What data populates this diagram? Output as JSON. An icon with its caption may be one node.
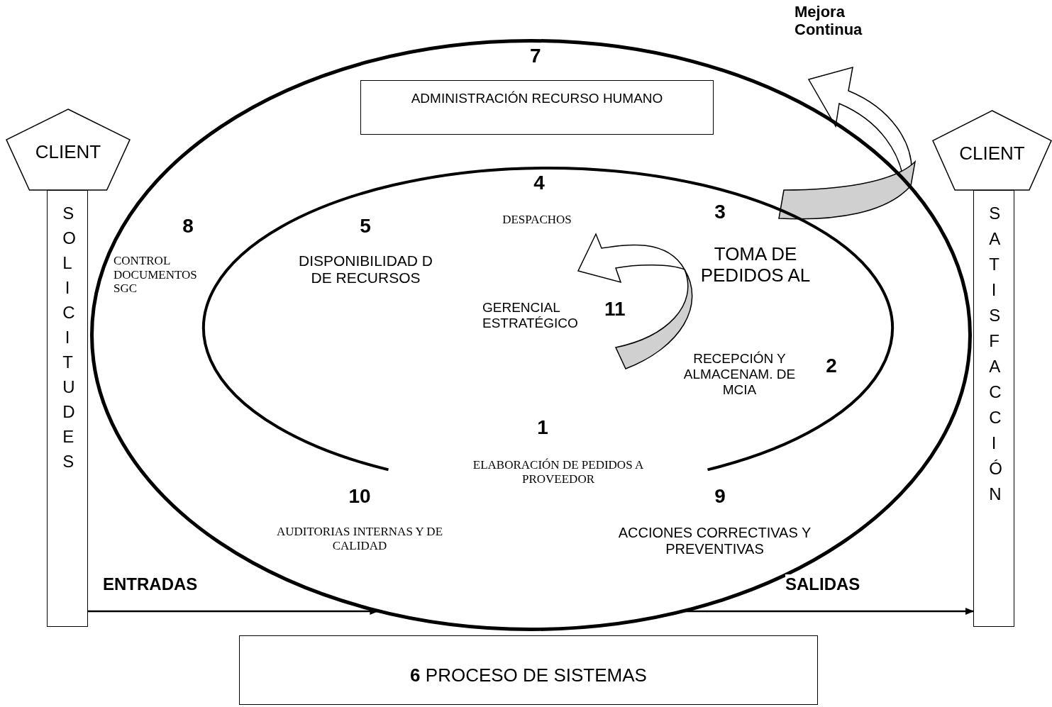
{
  "diagram": {
    "nodes": [
      {
        "text": [
          "CLIENT"
        ]
      },
      {
        "text": [
          "SOLICITUDES"
        ]
      },
      {
        "text": [],
        "shape": "ellipse"
      },
      {
        "text": [
          "ADMINISTRACIÓN RECURSO HUMANO"
        ],
        "in": 2,
        "beside": [
          "7"
        ]
      },
      {
        "text": [],
        "shape": "ellipse",
        "in": 2
      },
      {
        "text": [
          "CLIENT"
        ]
      },
      {
        "text": [
          "SATISFACCIÓN"
        ]
      },
      {
        "text": [
          "**6** PROCESO DE SISTEMAS"
        ]
      }
    ],
    "edges": [
      {
        "from": 1,
        "to": 2,
        "arrow": "to",
        "label": "ENTRADAS"
      },
      {
        "from": 2,
        "to": 6,
        "arrow": "to",
        "label": "SALIDAS"
      }
    ],
    "labels": [
      "Mejora Continua",
      "4",
      "DESPACHOS",
      "3",
      "8",
      "5",
      "CONTROL DOCUMENTOS SGC",
      "DISPONIBILIDAD D DE RECURSOS",
      "TOMA DE PEDIDOS AL",
      "GERENCIAL ESTRATÉGICO",
      "11",
      "RECEPCIÓN Y ALMACENAM. DE MCIA",
      "2",
      "1",
      "ELABORACIÓN DE PEDIDOS A PROVEEDOR",
      "10",
      "9",
      "AUDITORIAS INTERNAS Y DE CALIDAD",
      "ACCIONES CORRECTIVAS Y PREVENTIVAS"
    ]
  }
}
